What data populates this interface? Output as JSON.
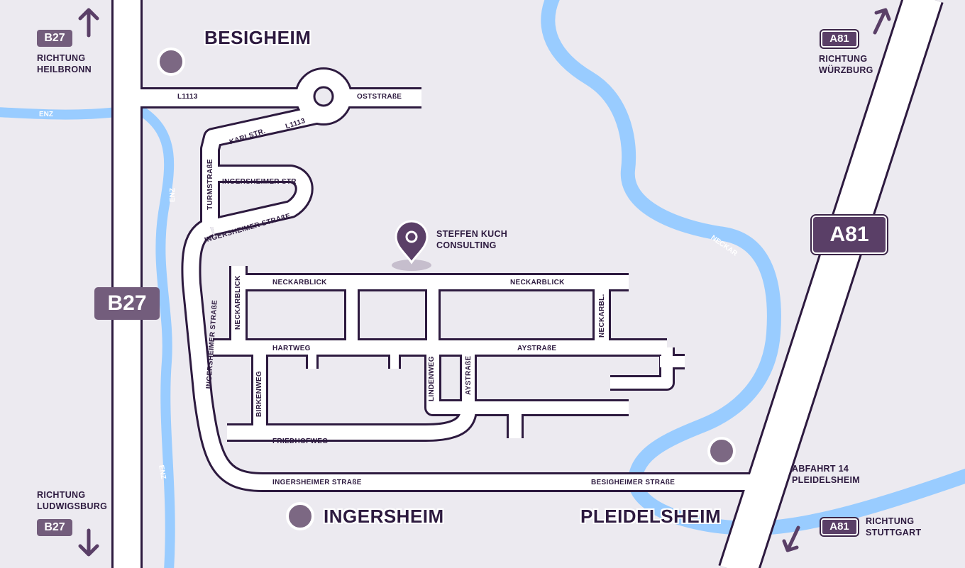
{
  "towns": {
    "besigheim": "BESIGHEIM",
    "ingersheim": "INGERSHEIM",
    "pleidelsheim": "PLEIDELSHEIM"
  },
  "shields": {
    "b27": "B27",
    "a81": "A81"
  },
  "directions": {
    "heilbronn": "RICHTUNG\nHEILBRONN",
    "ludwigsburg": "RICHTUNG\nLUDWIGSBURG",
    "wuerzburg": "RICHTUNG\nWÜRZBURG",
    "stuttgart": "RICHTUNG\nSTUTTGART"
  },
  "exit": "ABFAHRT 14\nPLEIDELSHEIM",
  "location": {
    "name": "STEFFEN KUCH\nCONSULTING",
    "icon": "map-pin-icon"
  },
  "rivers": {
    "enz": "ENZ",
    "neckar": "NECKAR"
  },
  "streets": {
    "l1113": "L1113",
    "oststrasse": "OSTSTRAßE",
    "karlstr": "KARLSTR.",
    "turmstrasse": "TURMSTRAßE",
    "ingersheimer_str": "INGERSHEIMER STR",
    "ingersheimer_strasse": "INGERSHEIMER STRAßE",
    "neckarblick": "NECKARBLICK",
    "neckarbl": "NECKARBL.",
    "hartweg": "HARTWEG",
    "aystrasse": "AYSTRAßE",
    "lindenweg": "LINDENWEG",
    "birkenweg": "BIRKENWEG",
    "friedhofweg": "FRIEDHOFWEG",
    "besigheimer_strasse": "BESIGHEIMER STRAßE"
  },
  "colors": {
    "background": "#eceaf0",
    "road_fill": "#ffffff",
    "road_outline": "#2d1a3f",
    "river": "#99ccff",
    "accent": "#735d7c",
    "text": "#2d1a3f"
  }
}
